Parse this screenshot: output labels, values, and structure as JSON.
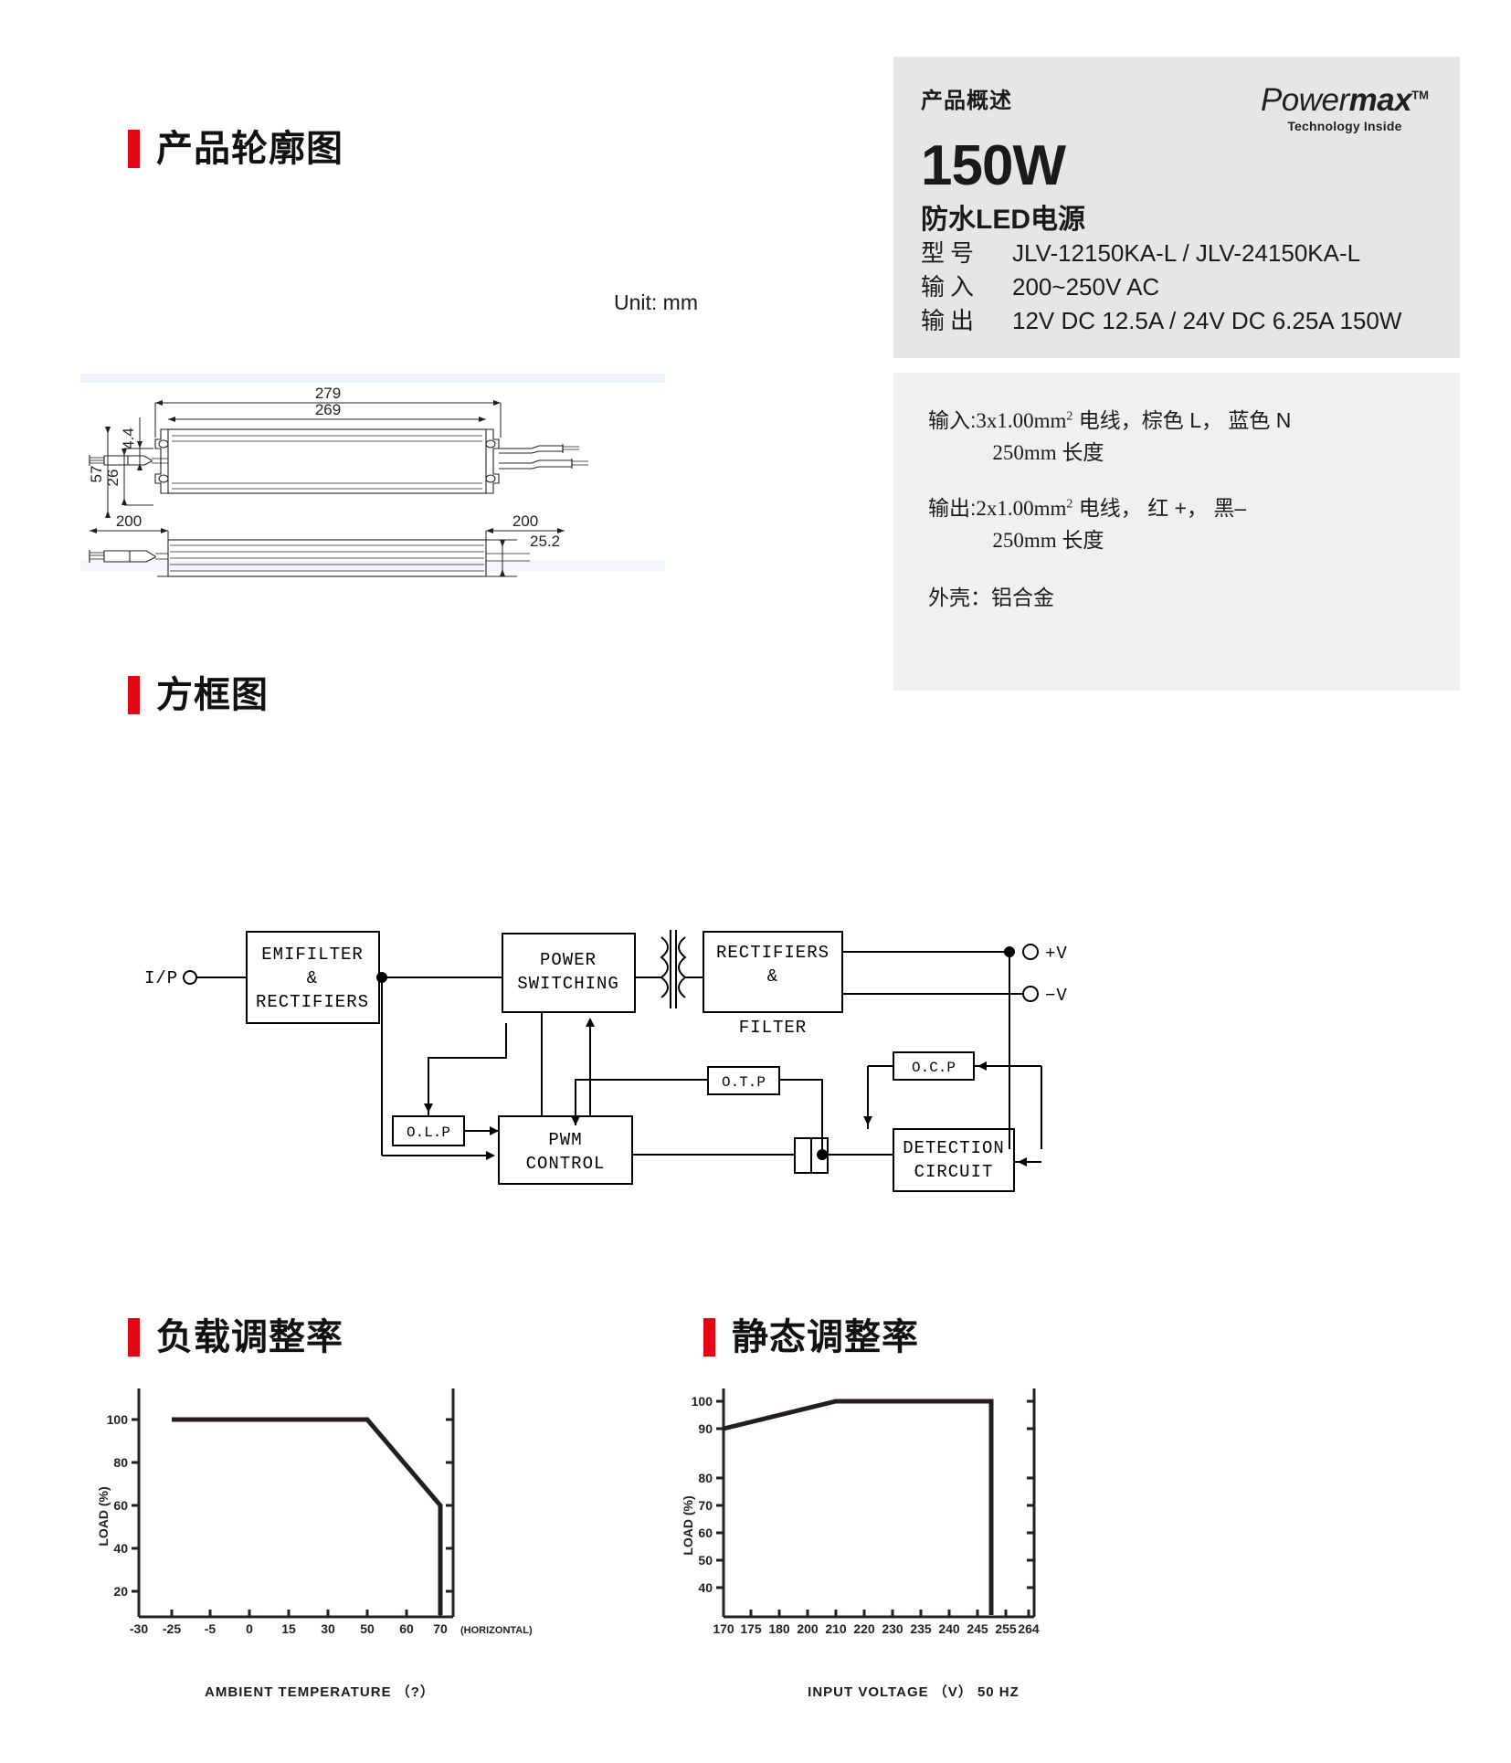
{
  "sections": {
    "outline": "产品轮廓图",
    "block_diagram": "方框图",
    "load_regulation": "负载调整率",
    "line_regulation": "静态调整率"
  },
  "overview": {
    "label": "产品概述",
    "wattage": "150W",
    "subtitle": "防水LED电源",
    "logo": {
      "light": "Power",
      "bold": "max",
      "tm": "TM",
      "tagline": "Technology Inside"
    },
    "rows": [
      {
        "key": "型号",
        "value": "JLV-12150KA-L  /  JLV-24150KA-L"
      },
      {
        "key": "输入",
        "value": "200~250V AC"
      },
      {
        "key": "输出",
        "value": "12V DC 12.5A  /  24V DC 6.25A 150W"
      }
    ]
  },
  "details": {
    "input": {
      "key": "输入:",
      "spec": "3x1.00mm",
      "sup": "2",
      "rest": " 电线，棕色 L，  蓝色 N",
      "line2": "250mm 长度"
    },
    "output": {
      "key": "输出:",
      "spec": "2x1.00mm",
      "sup": "2",
      "rest": " 电线，  红 +，  黑–",
      "line2": "250mm 长度"
    },
    "case": "外壳：铝合金"
  },
  "drawing": {
    "unit": "Unit: mm",
    "dimensions": {
      "length_overall": "279",
      "length_body": "269",
      "flange_thickness": "4.4",
      "height_overall": "57",
      "height_body": "26",
      "wire_left": "200",
      "wire_right": "200",
      "width_side": "25.2"
    }
  },
  "block_diagram": {
    "input_label": "I/P",
    "blocks": {
      "emi": [
        "EMIFILTER",
        "&",
        "RECTIFIERS"
      ],
      "power_switching": [
        "POWER",
        "SWITCHING"
      ],
      "rectifiers": [
        "RECTIFIERS",
        "&"
      ],
      "filter_caption": "FILTER",
      "olp": "O.L.P",
      "otp": "O.T.P",
      "ocp": "O.C.P",
      "pwm": [
        "PWM",
        "CONTROL"
      ],
      "detection": [
        "DETECTION",
        "CIRCUIT"
      ]
    },
    "outputs": {
      "positive": "+V",
      "negative": "−V"
    }
  },
  "chart_data": [
    {
      "type": "line",
      "title": "负载调整率",
      "xlabel": "AMBIENT TEMPERATURE （?）",
      "ylabel": "LOAD (%)",
      "corner_note": "(HORIZONTAL)",
      "xticks": [
        -30,
        -25,
        -5,
        0,
        15,
        30,
        50,
        60,
        70
      ],
      "xtick_labels": [
        "-30",
        "-25",
        "-5",
        "0",
        "15",
        "30",
        "50",
        "60",
        "70"
      ],
      "yticks": [
        20,
        40,
        60,
        80,
        100
      ],
      "ytick_labels": [
        "20",
        "40",
        "60",
        "80",
        "100"
      ],
      "xlim": [
        -30,
        75
      ],
      "ylim": [
        0,
        110
      ],
      "grid": false,
      "series": [
        {
          "name": "derating",
          "points": [
            {
              "x": -25,
              "y": 100
            },
            {
              "x": 50,
              "y": 100
            },
            {
              "x": 70,
              "y": 60
            },
            {
              "x": 70,
              "y": 0
            }
          ]
        }
      ]
    },
    {
      "type": "line",
      "title": "静态调整率",
      "xlabel": "INPUT VOLTAGE （V） 50 HZ",
      "ylabel": "LOAD (%)",
      "xticks": [
        170,
        175,
        180,
        200,
        210,
        220,
        230,
        235,
        240,
        245,
        255,
        264
      ],
      "xtick_labels": [
        "170",
        "175",
        "180",
        "200",
        "210",
        "220",
        "230",
        "235",
        "240",
        "245",
        "255",
        "264"
      ],
      "yticks": [
        40,
        50,
        60,
        70,
        80,
        90,
        100
      ],
      "ytick_labels": [
        "40",
        "50",
        "60",
        "70",
        "80",
        "90",
        "100"
      ],
      "xlim": [
        168,
        268
      ],
      "ylim": [
        30,
        105
      ],
      "grid": false,
      "series": [
        {
          "name": "line-regulation",
          "points": [
            {
              "x": 170,
              "y": 90
            },
            {
              "x": 210,
              "y": 100
            },
            {
              "x": 250,
              "y": 100
            },
            {
              "x": 250,
              "y": 30
            }
          ]
        }
      ]
    }
  ],
  "colors": {
    "accent_red": "#e30613",
    "panel_gray": "#e6e6e6",
    "panel_light": "#f0f0f0",
    "ink": "#231f20"
  }
}
